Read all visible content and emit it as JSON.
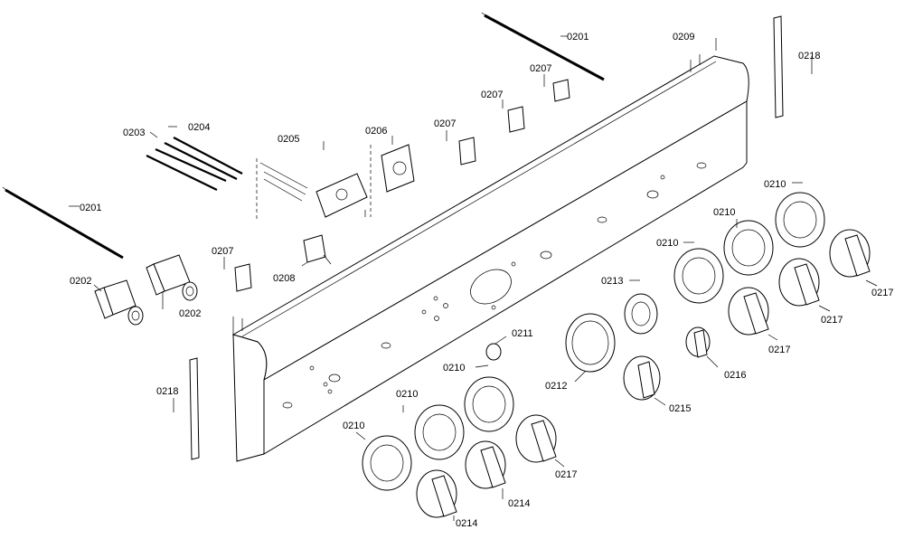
{
  "labels": {
    "p0201_top": "0201",
    "p0201_left": "0201",
    "p0202_left": "0202",
    "p0202_right": "0202",
    "p0203": "0203",
    "p0204": "0204",
    "p0205": "0205",
    "p0206": "0206",
    "p0207_a": "0207",
    "p0207_b": "0207",
    "p0207_c": "0207",
    "p0207_d": "0207",
    "p0208": "0208",
    "p0209": "0209",
    "p0210_a": "0210",
    "p0210_b": "0210",
    "p0210_c": "0210",
    "p0210_d": "0210",
    "p0210_e": "0210",
    "p0210_f": "0210",
    "p0211": "0211",
    "p0212": "0212",
    "p0213": "0213",
    "p0214_a": "0214",
    "p0214_b": "0214",
    "p0215": "0215",
    "p0216": "0216",
    "p0217_a": "0217",
    "p0217_b": "0217",
    "p0217_c": "0217",
    "p0217_d": "0217",
    "p0218_right": "0218",
    "p0218_left": "0218"
  }
}
